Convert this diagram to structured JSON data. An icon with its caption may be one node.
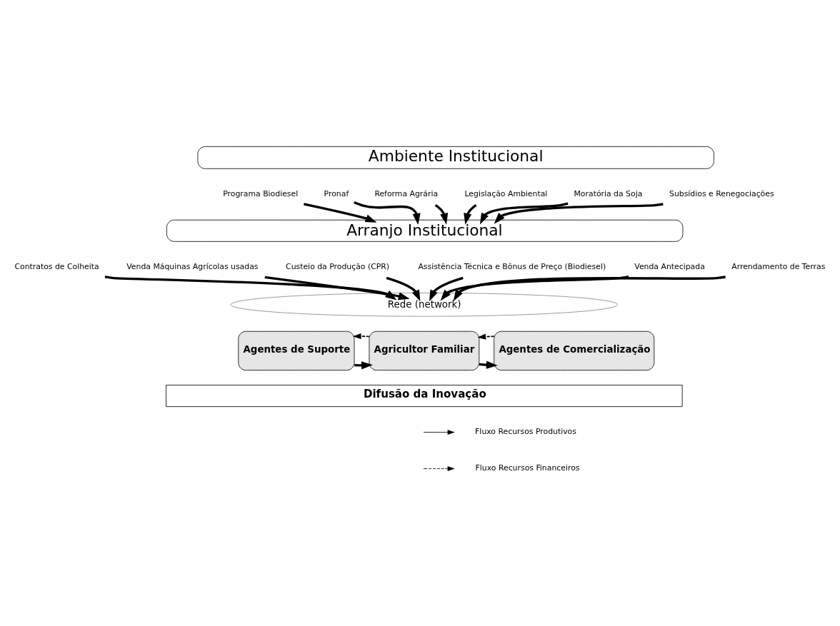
{
  "diagram": {
    "nodes": [
      {
        "text": [
          "Ambiente Institucional"
        ]
      },
      {
        "text": [
          "Programa Biodiesel"
        ]
      },
      {
        "text": [
          "Pronaf"
        ]
      },
      {
        "text": [
          "Reforma Agrária"
        ]
      },
      {
        "text": [
          "Legislação Ambiental"
        ]
      },
      {
        "text": [
          "Moratória da Soja"
        ]
      },
      {
        "text": [
          "Subsídios e Renegociações"
        ]
      },
      {
        "text": [
          "Arranjo Institucional"
        ]
      },
      {
        "text": [
          "Contratos de Colheita"
        ]
      },
      {
        "text": [
          "Venda Máquinas Agrícolas usadas"
        ]
      },
      {
        "text": [
          "Custeio da Produção (CPR)"
        ]
      },
      {
        "text": [
          "Assistência Técnica e Bônus de Preço (Biodiesel)"
        ]
      },
      {
        "text": [
          "Venda Antecipada"
        ]
      },
      {
        "text": [
          "Arrendamento de Terras"
        ]
      },
      {
        "text": [
          "Rede (network)"
        ]
      },
      {
        "text": [
          "Agentes de Suporte"
        ]
      },
      {
        "text": [
          "Agricultor Familiar"
        ]
      },
      {
        "text": [
          "Agentes de Comercialização"
        ]
      },
      {
        "text": [
          "Difusão da Inovação"
        ]
      }
    ],
    "edges": [
      {
        "from": 1,
        "to": 7,
        "arrow": "to"
      },
      {
        "from": 2,
        "to": 7,
        "arrow": "to"
      },
      {
        "from": 3,
        "to": 7,
        "arrow": "to"
      },
      {
        "from": 4,
        "to": 7,
        "arrow": "to"
      },
      {
        "from": 5,
        "to": 7,
        "arrow": "to"
      },
      {
        "from": 6,
        "to": 7,
        "arrow": "to"
      },
      {
        "from": 8,
        "to": 14,
        "arrow": "to"
      },
      {
        "from": 9,
        "to": 14,
        "arrow": "to"
      },
      {
        "from": 10,
        "to": 14,
        "arrow": "to"
      },
      {
        "from": 11,
        "to": 14,
        "arrow": "to"
      },
      {
        "from": 12,
        "to": 14,
        "arrow": "to"
      },
      {
        "from": 13,
        "to": 14,
        "arrow": "to"
      },
      {
        "from": 15,
        "to": 16,
        "arrow": "to"
      },
      {
        "from": 16,
        "to": 15,
        "arrow": "to",
        "style": "dashed"
      },
      {
        "from": 16,
        "to": 17,
        "arrow": "to"
      },
      {
        "from": 17,
        "to": 16,
        "arrow": "to",
        "style": "dashed"
      }
    ],
    "legend": [
      {
        "text": "Fluxo Recursos Produtivos"
      },
      {
        "text": "Fluxo Recursos Financeiros"
      }
    ]
  }
}
